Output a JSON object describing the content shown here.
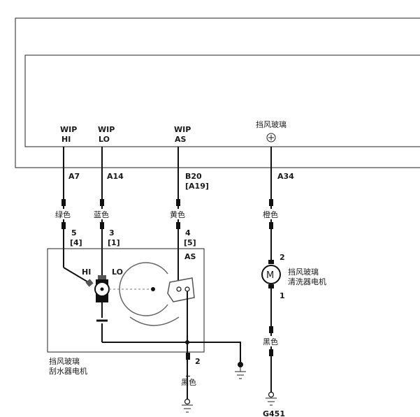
{
  "module": {
    "pins": [
      {
        "top": "WIP",
        "bottom": "HI"
      },
      {
        "top": "WIP",
        "bottom": "LO"
      },
      {
        "top": "WIP",
        "bottom": "AS"
      }
    ],
    "washer_signal_label": "挡风玻璃"
  },
  "connectors": {
    "hi": "A7",
    "lo": "A14",
    "as_line1": "B20",
    "as_line2": "[A19]",
    "washer": "A34"
  },
  "wire_colors": {
    "hi": "绿色",
    "lo": "蓝色",
    "as": "黄色",
    "washer": "橙色",
    "washer_ground": "黑色",
    "wiper_ground": "黑色"
  },
  "wiper_motor": {
    "pin_hi": "5",
    "pin_hi_alt": "[4]",
    "pin_lo": "3",
    "pin_lo_alt": "[1]",
    "pin_as": "4",
    "pin_as_alt": "[5]",
    "label_hi": "HI",
    "label_lo": "LO",
    "label_as": "AS",
    "ground_pin": "2",
    "name_line1": "挡风玻璃",
    "name_line2": "刮水器电机"
  },
  "washer_motor": {
    "symbol": "M",
    "pin_top": "2",
    "pin_bottom": "1",
    "name_line1": "挡风玻璃",
    "name_line2": "清洗器电机"
  },
  "ground_ref": "G451",
  "icons": {
    "washer_signal": "circle-plus-icon",
    "ground": "ground-icon"
  }
}
